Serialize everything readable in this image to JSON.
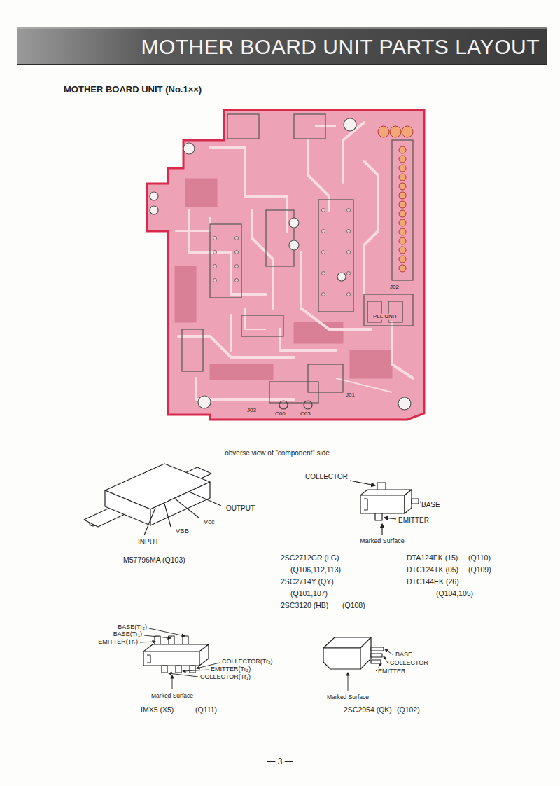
{
  "diagram": {
    "title": "MOTHER BOARD UNIT PARTS LAYOUT",
    "caption": "obverse view of “component” side",
    "labels": [
      "MOTHER BOARD UNIT (No.1××)",
      "PLL UNIT",
      "J01",
      "J02",
      "J03",
      "C60",
      "C63",
      "OUTPUT",
      "Vcc",
      "VBB",
      "INPUT",
      "M57796MA (Q103)",
      "COLLECTOR",
      "BASE",
      "EMITTER",
      "Marked Surface",
      "2SC2712GR (LG)",
      "(Q106,112,113)",
      "2SC2714Y (QY)",
      "(Q101,107)",
      "2SC3120 (HB)",
      "(Q108)",
      "DTA124EK (15)",
      "(Q110)",
      "DTC124TK (05)",
      "(Q109)",
      "DTC144EK (26)",
      "(Q104,105)",
      "BASE(Tr₂)",
      "BASE(Tr₁)",
      "EMITTER(Tr₁)",
      "COLLECTOR(Tr₂)",
      "EMITTER(Tr₂)",
      "COLLECTOR(Tr₁)",
      "Marked Surface",
      "IMX5 (X5)",
      "(Q111)",
      "BASE",
      "COLLECTOR",
      "EMITTER",
      "Marked Surface",
      "2SC2954 (QK)",
      "(Q102)",
      "— 3 —"
    ]
  }
}
